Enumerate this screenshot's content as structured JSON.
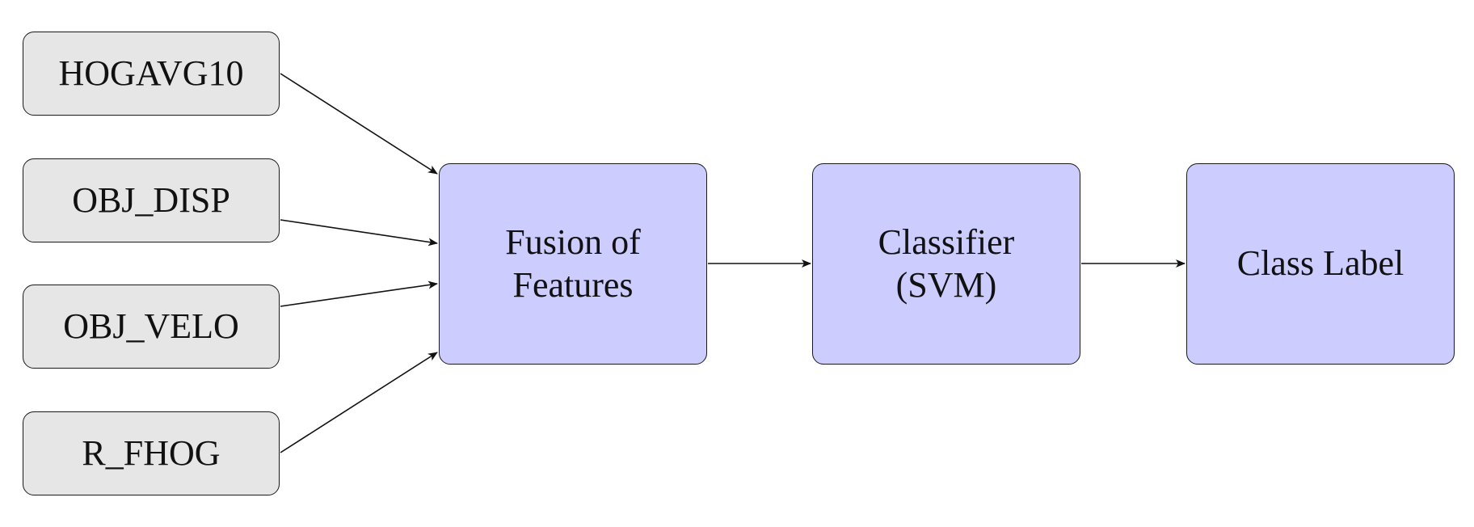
{
  "inputs": [
    {
      "label": "HOGAVG10"
    },
    {
      "label": "OBJ_DISP"
    },
    {
      "label": "OBJ_VELO"
    },
    {
      "label": "R_FHOG"
    }
  ],
  "stages": [
    {
      "label": "Fusion of Features"
    },
    {
      "label": "Classifier (SVM)"
    },
    {
      "label": "Class Label"
    }
  ],
  "colors": {
    "input_fill": "#e6e6e6",
    "stage_fill": "#ccccff",
    "stroke": "#1a1a1a"
  }
}
